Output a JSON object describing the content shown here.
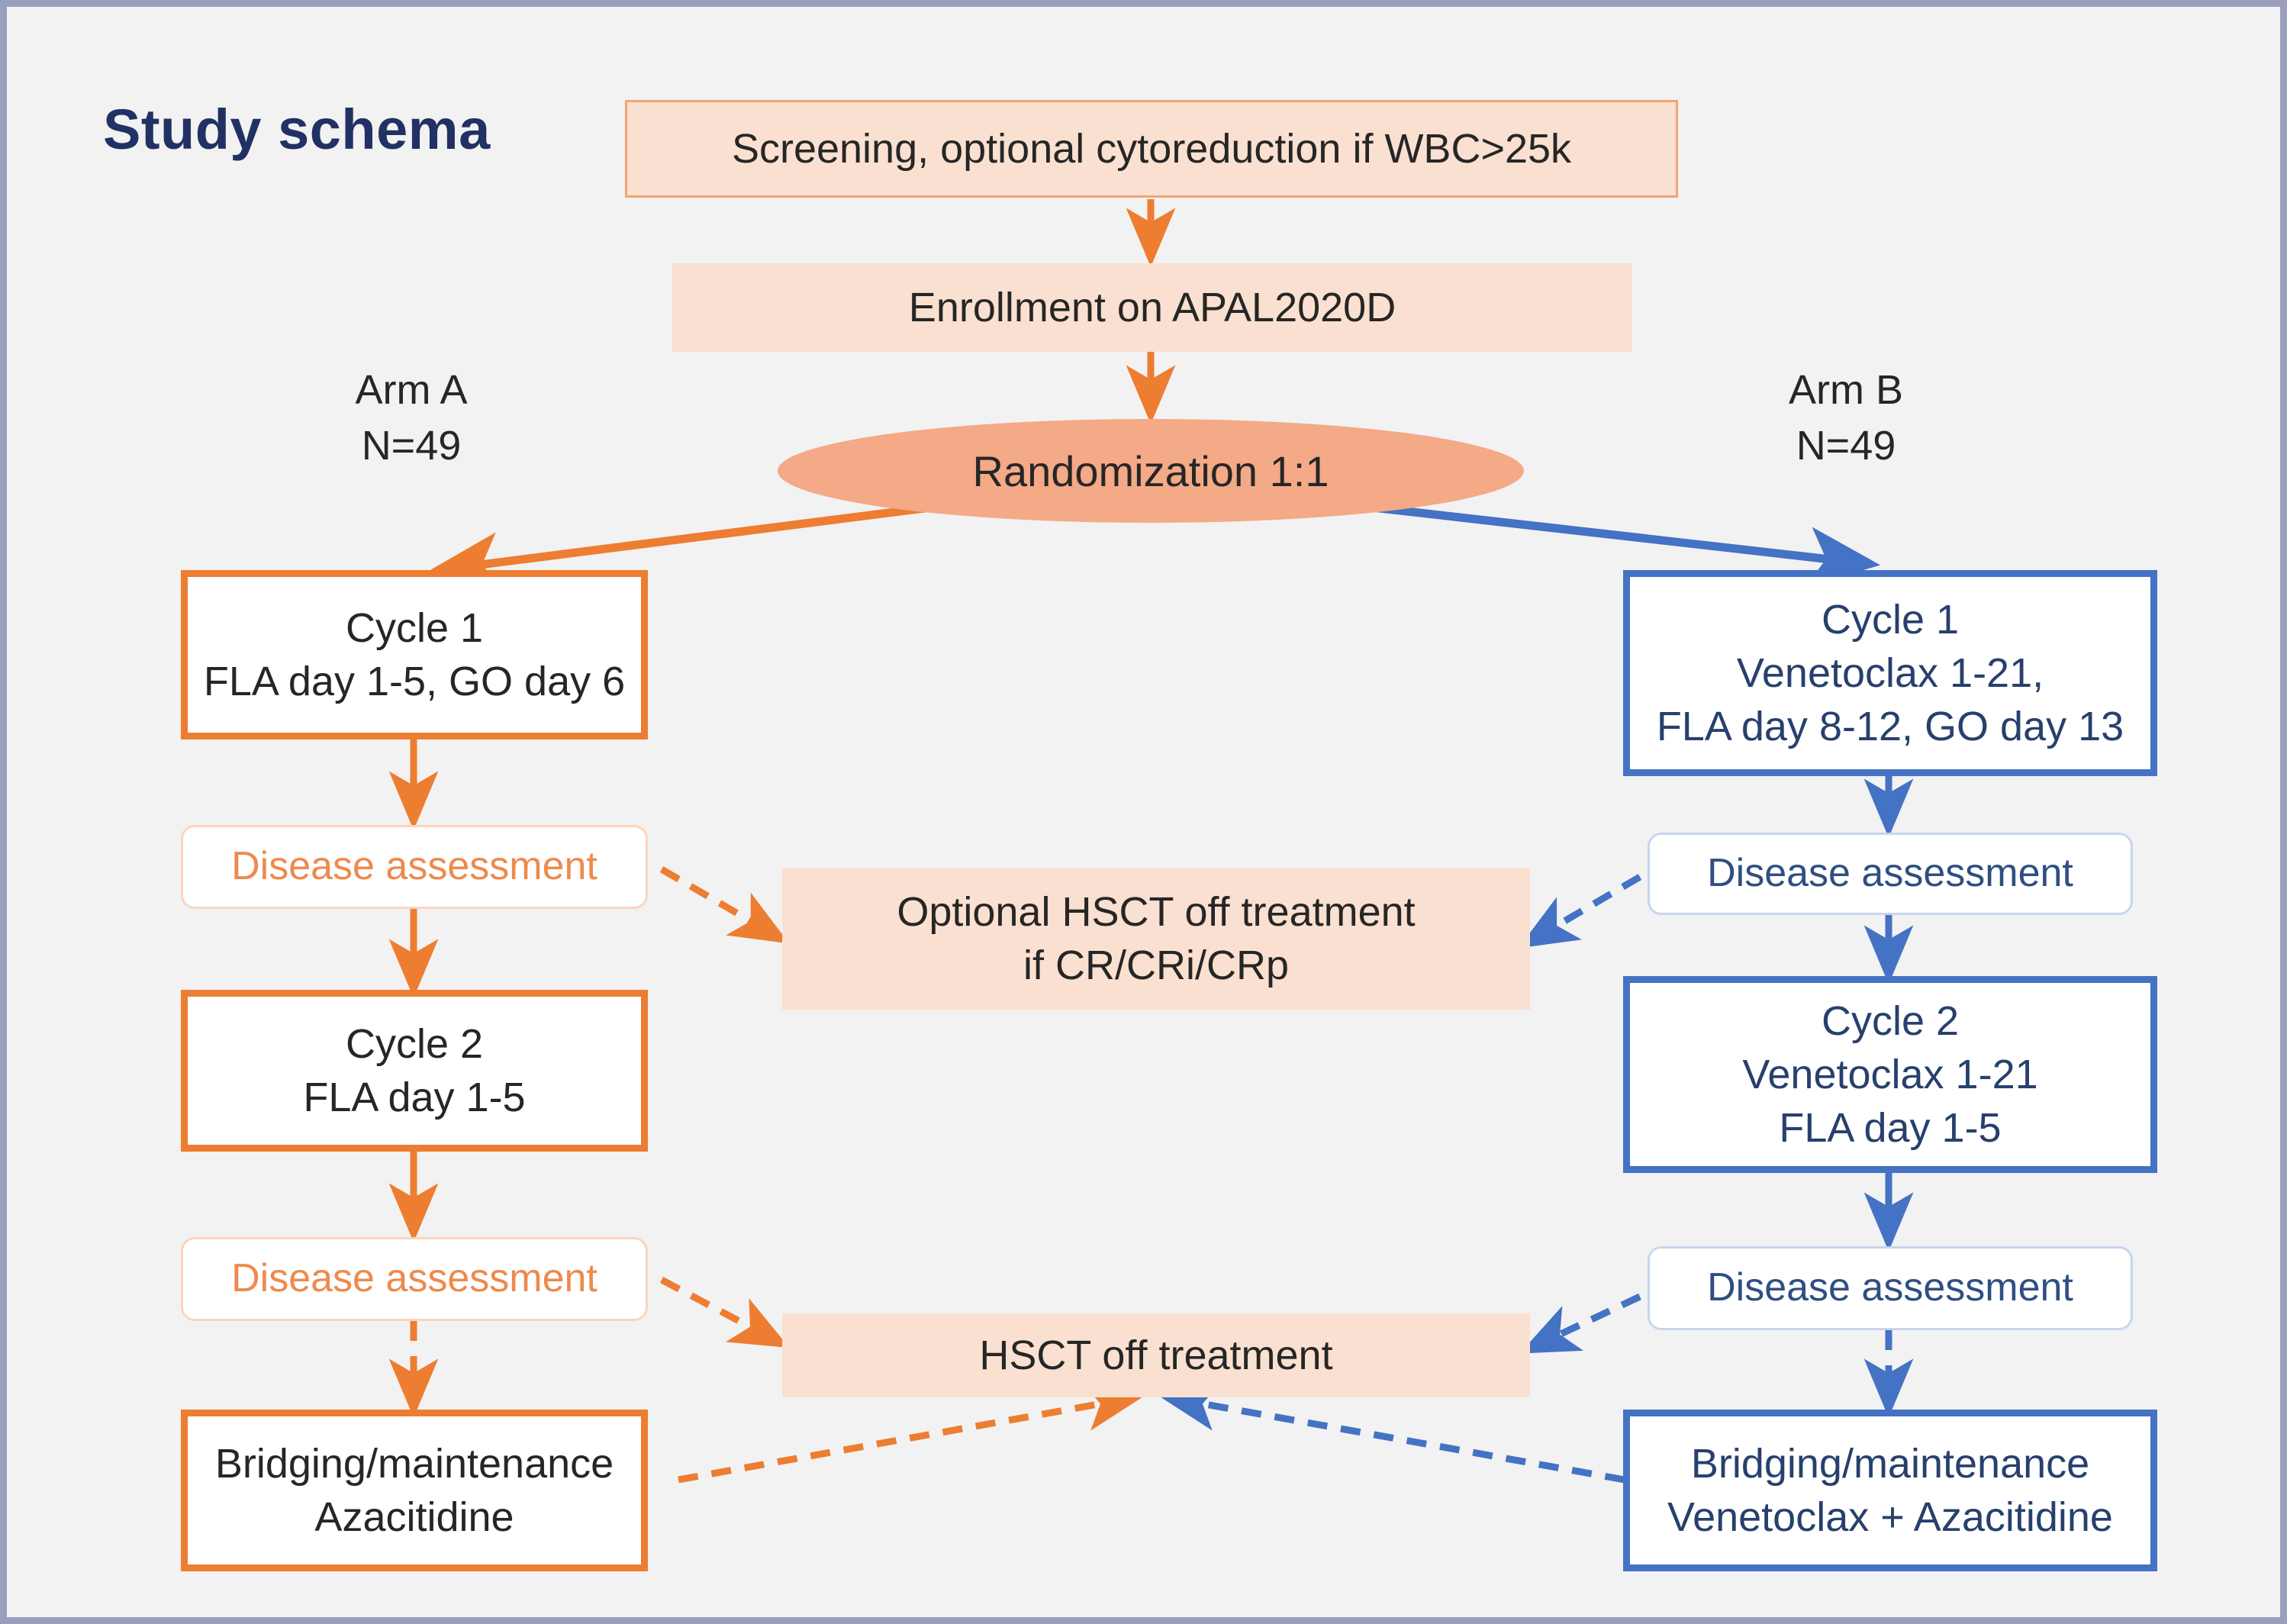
{
  "figure": {
    "title": "Study schema",
    "frame_color": "#9a9fbe",
    "background_color": "#f2f2f2",
    "arm_a_color": "#ed7d31",
    "arm_b_color": "#4472c4",
    "peach_fill": "#fae0d0",
    "randomization_fill": "#f4a987",
    "title_color": "#223164"
  },
  "arms": {
    "a": {
      "name": "Arm A",
      "n": "N=49"
    },
    "b": {
      "name": "Arm B",
      "n": "N=49"
    }
  },
  "nodes": {
    "screening": {
      "line1": "Screening, optional cytoreduction if WBC>25k"
    },
    "enrollment": {
      "line1": "Enrollment on APAL2020D"
    },
    "randomization": {
      "line1": "Randomization 1:1"
    },
    "a_cycle1": {
      "line1": "Cycle 1",
      "line2": "FLA day 1-5, GO day 6"
    },
    "a_assess1": {
      "line1": "Disease assessment"
    },
    "a_cycle2": {
      "line1": "Cycle 2",
      "line2": "FLA day 1-5"
    },
    "a_assess2": {
      "line1": "Disease assessment"
    },
    "a_bridging": {
      "line1": "Bridging/maintenance",
      "line2": "Azacitidine"
    },
    "b_cycle1": {
      "line1": "Cycle 1",
      "line2": "Venetoclax 1-21,",
      "line3": "FLA day 8-12, GO day 13"
    },
    "b_assess1": {
      "line1": "Disease assessment"
    },
    "b_cycle2": {
      "line1": "Cycle 2",
      "line2": "Venetoclax 1-21",
      "line3": "FLA day 1-5"
    },
    "b_assess2": {
      "line1": "Disease assessment"
    },
    "b_bridging": {
      "line1": "Bridging/maintenance",
      "line2": "Venetoclax + Azacitidine"
    },
    "optional_hsct": {
      "line1": "Optional HSCT off treatment",
      "line2": "if CR/CRi/CRp"
    },
    "hsct": {
      "line1": "HSCT off treatment"
    }
  }
}
